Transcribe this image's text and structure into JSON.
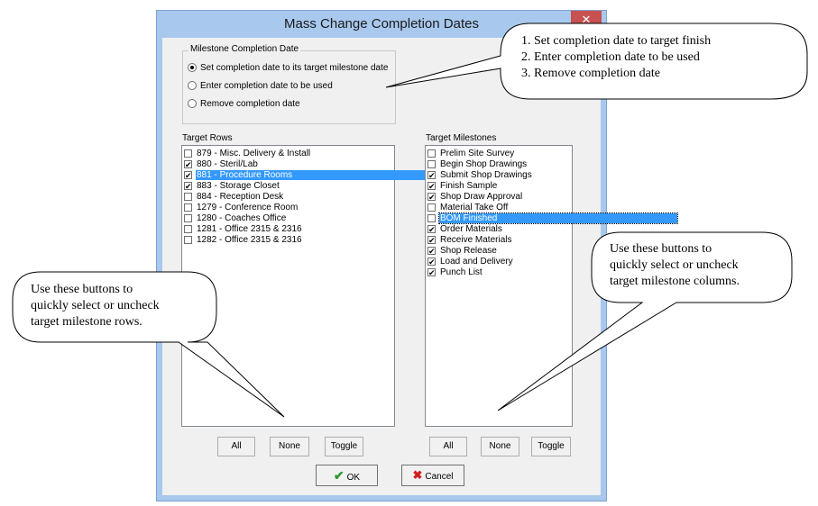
{
  "window": {
    "title": "Mass Change Completion Dates",
    "close_glyph": "✕"
  },
  "milestone_group": {
    "title": "Milestone Completion Date",
    "options": [
      {
        "label": "Set completion date to its target milestone date",
        "selected": true
      },
      {
        "label": "Enter completion date to be used",
        "selected": false
      },
      {
        "label": "Remove completion date",
        "selected": false
      }
    ]
  },
  "target_rows": {
    "title": "Target Rows",
    "items": [
      {
        "label": "879 - Misc. Delivery & Install",
        "checked": false
      },
      {
        "label": "880 - Steril/Lab",
        "checked": true
      },
      {
        "label": "881 - Procedure Rooms",
        "checked": true,
        "selected": true
      },
      {
        "label": "883 - Storage Closet",
        "checked": true
      },
      {
        "label": "884 - Reception Desk",
        "checked": false
      },
      {
        "label": "1279 - Conference Room",
        "checked": false
      },
      {
        "label": "1280 - Coaches Office",
        "checked": false
      },
      {
        "label": "1281 - Office 2315 & 2316",
        "checked": false
      },
      {
        "label": "1282 - Office 2315 & 2316",
        "checked": false
      }
    ],
    "buttons": {
      "all": "All",
      "none": "None",
      "toggle": "Toggle"
    }
  },
  "target_milestones": {
    "title": "Target Milestones",
    "items": [
      {
        "label": "Prelim Site Survey",
        "checked": false
      },
      {
        "label": "Begin Shop Drawings",
        "checked": false
      },
      {
        "label": "Submit Shop Drawings",
        "checked": true
      },
      {
        "label": "Finish Sample",
        "checked": true
      },
      {
        "label": "Shop Draw Approval",
        "checked": true
      },
      {
        "label": "Material Take Off",
        "checked": false
      },
      {
        "label": "BOM Finished",
        "checked": false,
        "selected": true,
        "focused": true
      },
      {
        "label": "Order Materials",
        "checked": true
      },
      {
        "label": "Receive Materials",
        "checked": true
      },
      {
        "label": "Shop Release",
        "checked": true
      },
      {
        "label": "Load and Delivery",
        "checked": true
      },
      {
        "label": "Punch List",
        "checked": true
      }
    ],
    "buttons": {
      "all": "All",
      "none": "None",
      "toggle": "Toggle"
    }
  },
  "footer": {
    "ok": "OK",
    "cancel": "Cancel"
  },
  "callouts": {
    "options": [
      "1. Set completion date to target finish",
      "2. Enter completion date to be used",
      "3. Remove completion date"
    ],
    "columns": [
      "Use these buttons to",
      "quickly select or uncheck",
      "target milestone columns."
    ],
    "rows": [
      "Use these buttons to",
      "quickly select or uncheck",
      "target milestone rows."
    ]
  },
  "colors": {
    "title_bar": "#a8c8ee",
    "selection": "#3399ff",
    "close": "#c75050",
    "ok_icon": "#2c9a2c",
    "cancel_icon": "#d31d1d"
  },
  "icons": {
    "check": "✔",
    "cancel": "✖",
    "checkbox_mark": "✔"
  }
}
